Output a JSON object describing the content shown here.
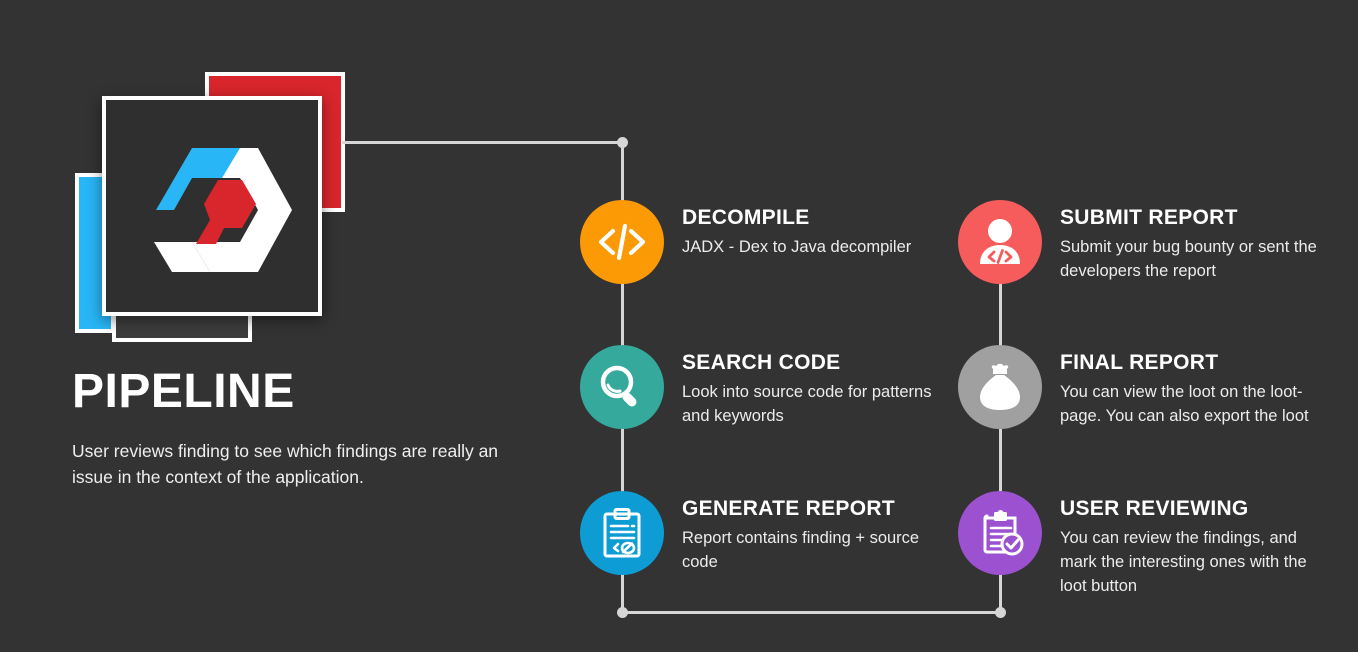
{
  "background_color": "#333333",
  "logo": {
    "name": "app-logo",
    "cards": [
      {
        "name": "card-blue",
        "color": "#29B6F6"
      },
      {
        "name": "card-red",
        "color": "#D8262C"
      },
      {
        "name": "card-dark",
        "color": "#3d3d3d"
      },
      {
        "name": "card-main",
        "color": "#2f2f2f"
      }
    ],
    "mark_colors": {
      "cyan": "#29B6F6",
      "red": "#D8262C",
      "white": "#ffffff"
    }
  },
  "headline": {
    "title": "PIPELINE",
    "description": "User reviews finding to see which findings are really an issue in the context of the application."
  },
  "steps": [
    {
      "id": "decompile",
      "icon": "code-brackets-icon",
      "color": "#FB9A05",
      "title": "DECOMPILE",
      "description": "JADX - Dex to Java decompiler"
    },
    {
      "id": "search-code",
      "icon": "magnifier-icon",
      "color": "#35A99B",
      "title": "SEARCH CODE",
      "description": "Look into source code for patterns and keywords"
    },
    {
      "id": "generate-report",
      "icon": "clipboard-code-icon",
      "color": "#0D9DD4",
      "title": "GENERATE REPORT",
      "description": "Report contains finding + source code"
    },
    {
      "id": "submit-report",
      "icon": "developer-person-icon",
      "color": "#F75C5C",
      "title": "SUBMIT REPORT",
      "description": "Submit your bug bounty or sent the developers the report"
    },
    {
      "id": "final-report",
      "icon": "money-bag-icon",
      "color": "#A0A0A0",
      "title": "FINAL REPORT",
      "description": "You can view the loot on the loot-page. You can also export the loot"
    },
    {
      "id": "user-reviewing",
      "icon": "clipboard-check-icon",
      "color": "#9B51D0",
      "title": "USER REVIEWING",
      "description": "You can review the findings, and mark the interesting ones with the loot button"
    }
  ],
  "connectors": {
    "color": "#d6d6d6"
  }
}
